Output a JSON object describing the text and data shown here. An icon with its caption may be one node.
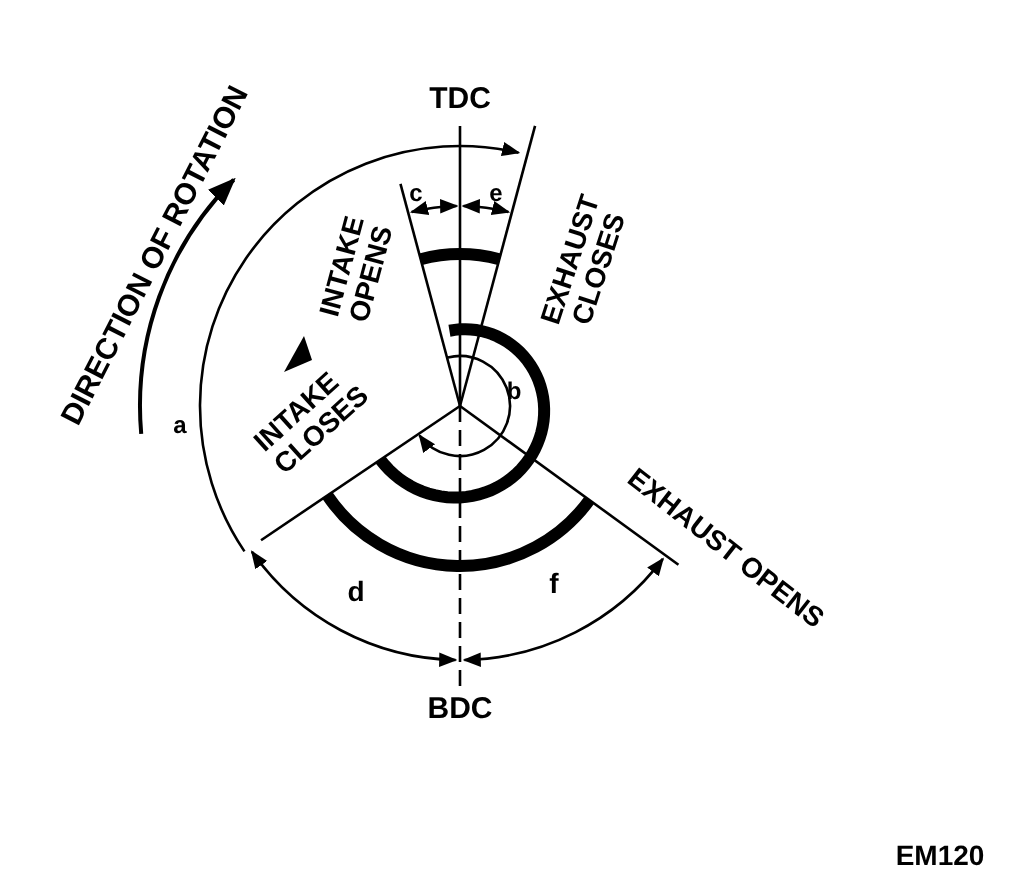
{
  "diagram": {
    "labels": [
      "DIRECTION OF ROTATION",
      "TDC",
      "c",
      "e",
      "INTAKE OPENS",
      "EXHAUST CLOSES",
      "a",
      "b",
      "INTAKE CLOSES",
      "EXHAUST OPENS",
      "d",
      "f",
      "BDC",
      "EM120"
    ]
  }
}
